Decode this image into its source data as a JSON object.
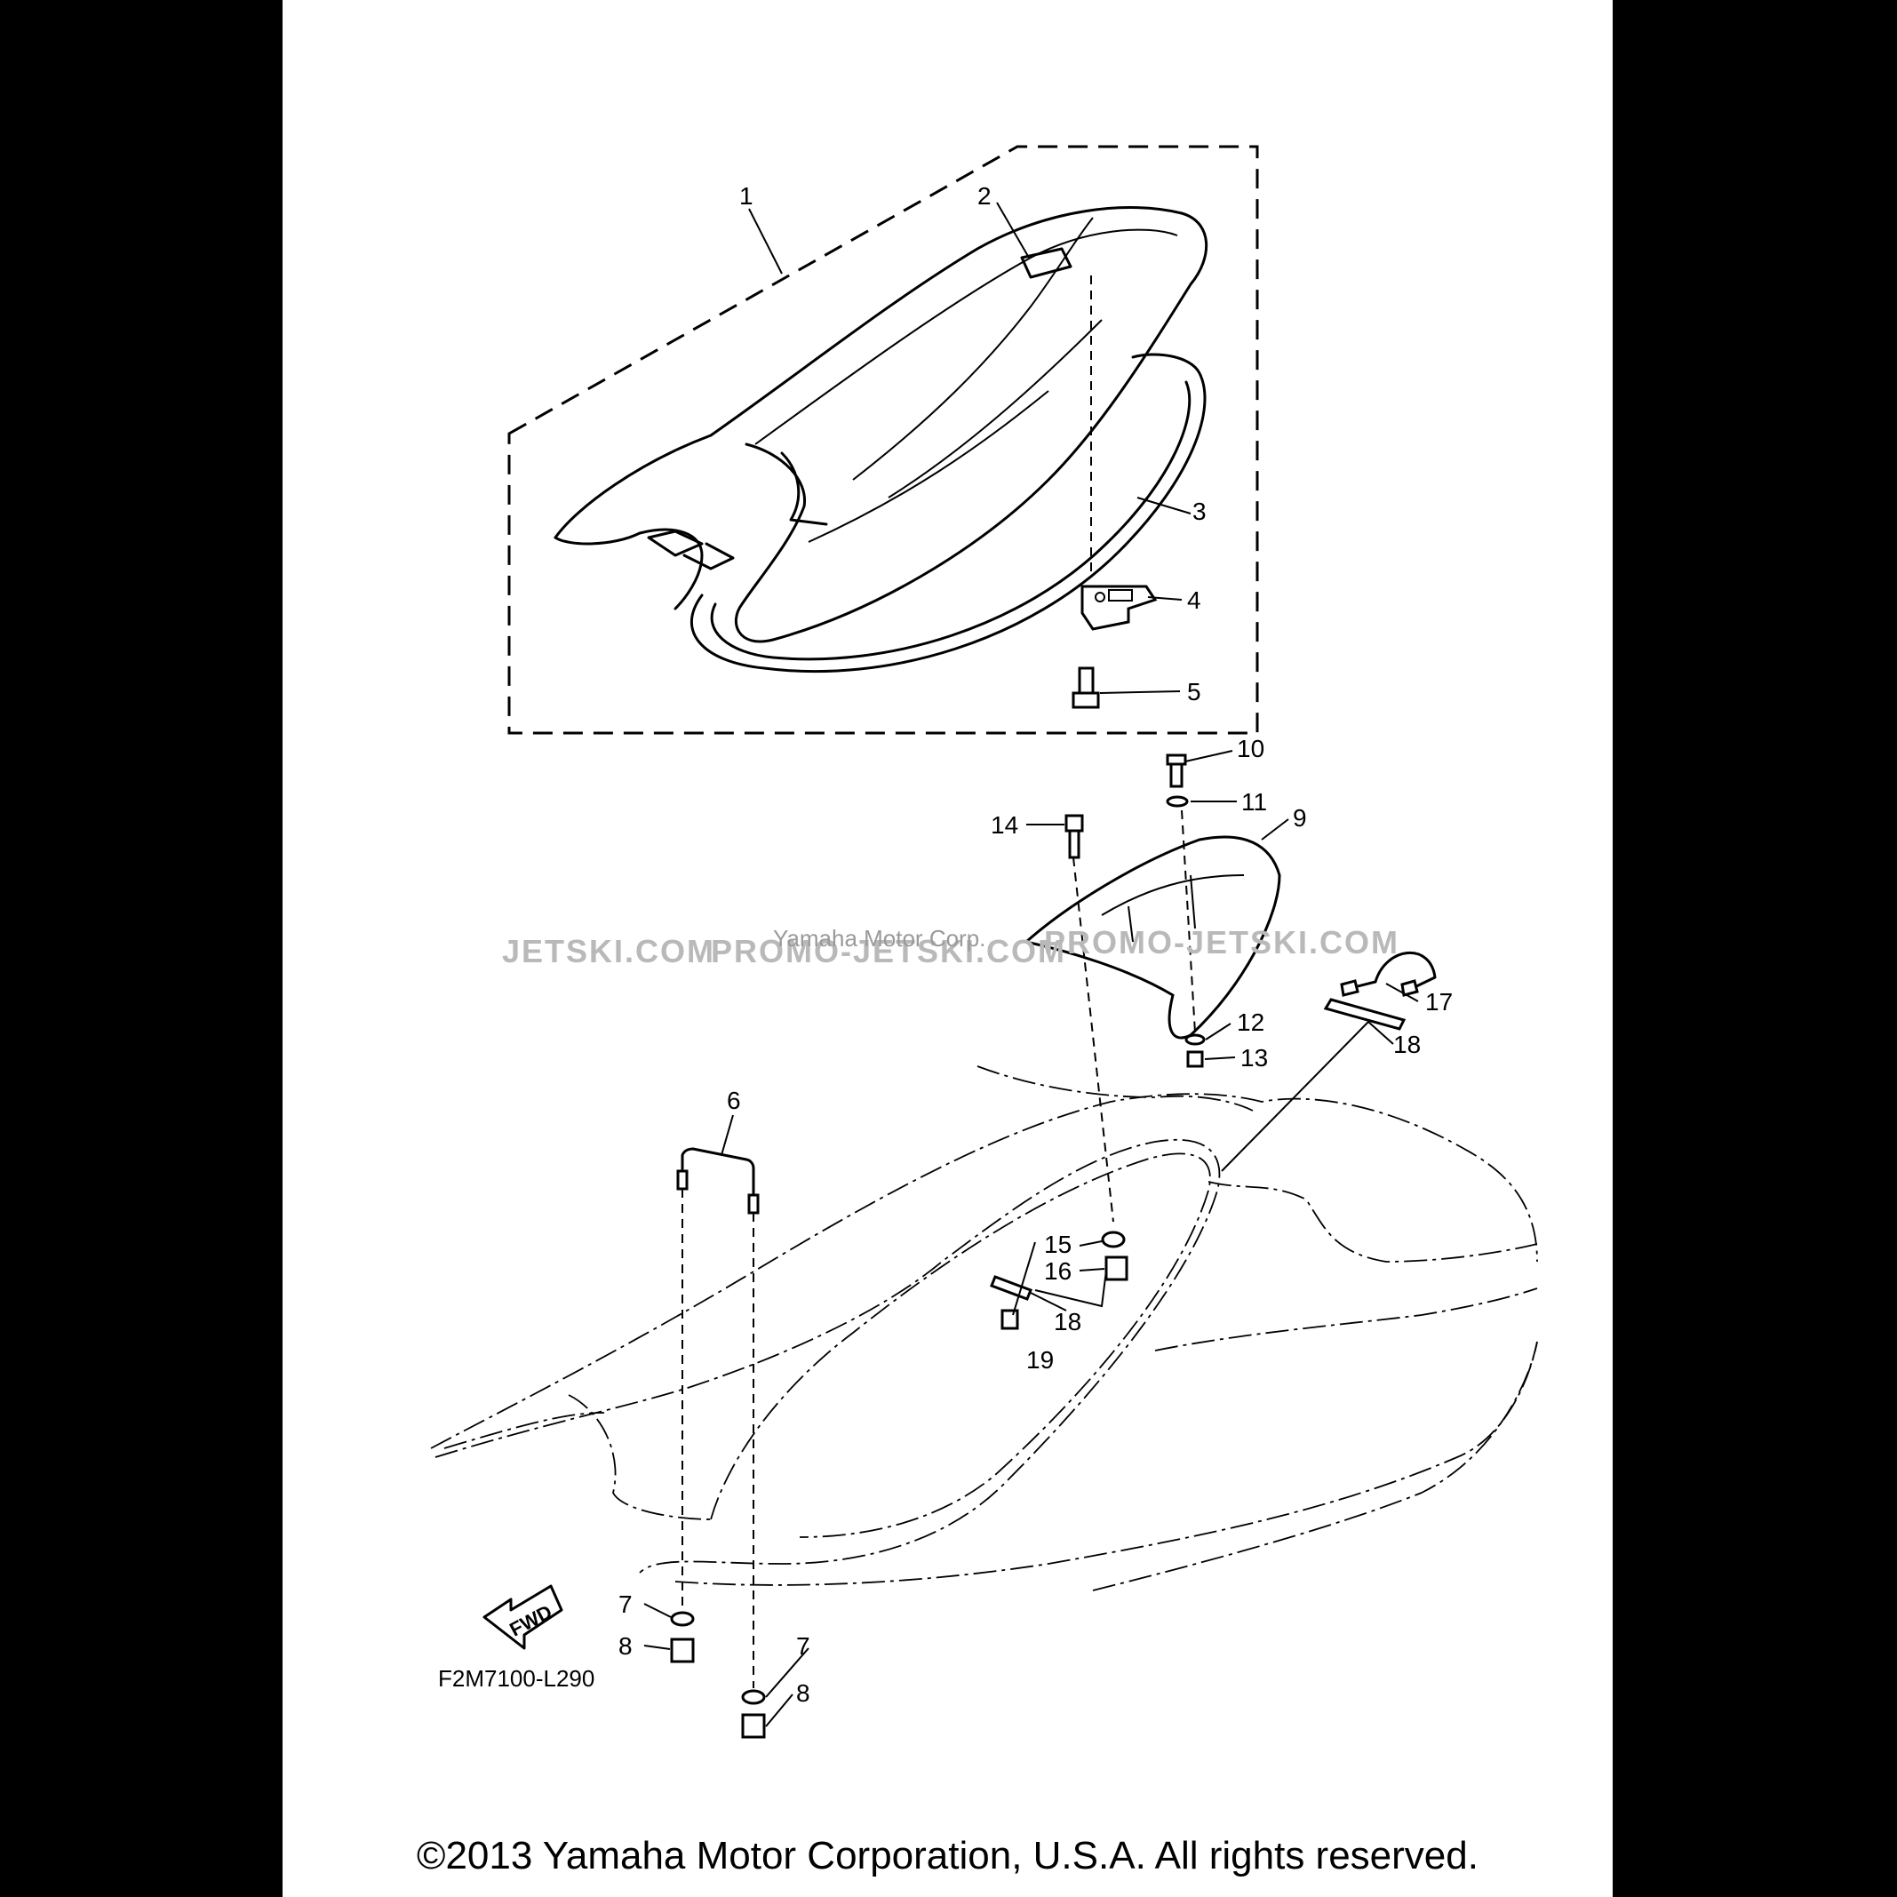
{
  "diagram": {
    "callouts": [
      {
        "id": "c1",
        "label": "1"
      },
      {
        "id": "c2",
        "label": "2"
      },
      {
        "id": "c3",
        "label": "3"
      },
      {
        "id": "c4",
        "label": "4"
      },
      {
        "id": "c5",
        "label": "5"
      },
      {
        "id": "c6",
        "label": "6"
      },
      {
        "id": "c7a",
        "label": "7"
      },
      {
        "id": "c7b",
        "label": "7"
      },
      {
        "id": "c8a",
        "label": "8"
      },
      {
        "id": "c8b",
        "label": "8"
      },
      {
        "id": "c9",
        "label": "9"
      },
      {
        "id": "c10",
        "label": "10"
      },
      {
        "id": "c11",
        "label": "11"
      },
      {
        "id": "c12",
        "label": "12"
      },
      {
        "id": "c13",
        "label": "13"
      },
      {
        "id": "c14",
        "label": "14"
      },
      {
        "id": "c15",
        "label": "15"
      },
      {
        "id": "c16",
        "label": "16"
      },
      {
        "id": "c17",
        "label": "17"
      },
      {
        "id": "c18a",
        "label": "18"
      },
      {
        "id": "c18b",
        "label": "18"
      },
      {
        "id": "c19",
        "label": "19"
      }
    ],
    "fwd_label": "FWD",
    "figure_code": "F2M7100-L290",
    "watermarks": {
      "w1": "JETSKI.COM",
      "w2": "PROMO-JETSKI.COM",
      "w3": "PROMO-JETSKI.COM",
      "w4": "Yamaha Motor Corp."
    }
  },
  "footer": {
    "copyright": "©2013 Yamaha Motor Corporation, U.S.A. All rights reserved."
  }
}
